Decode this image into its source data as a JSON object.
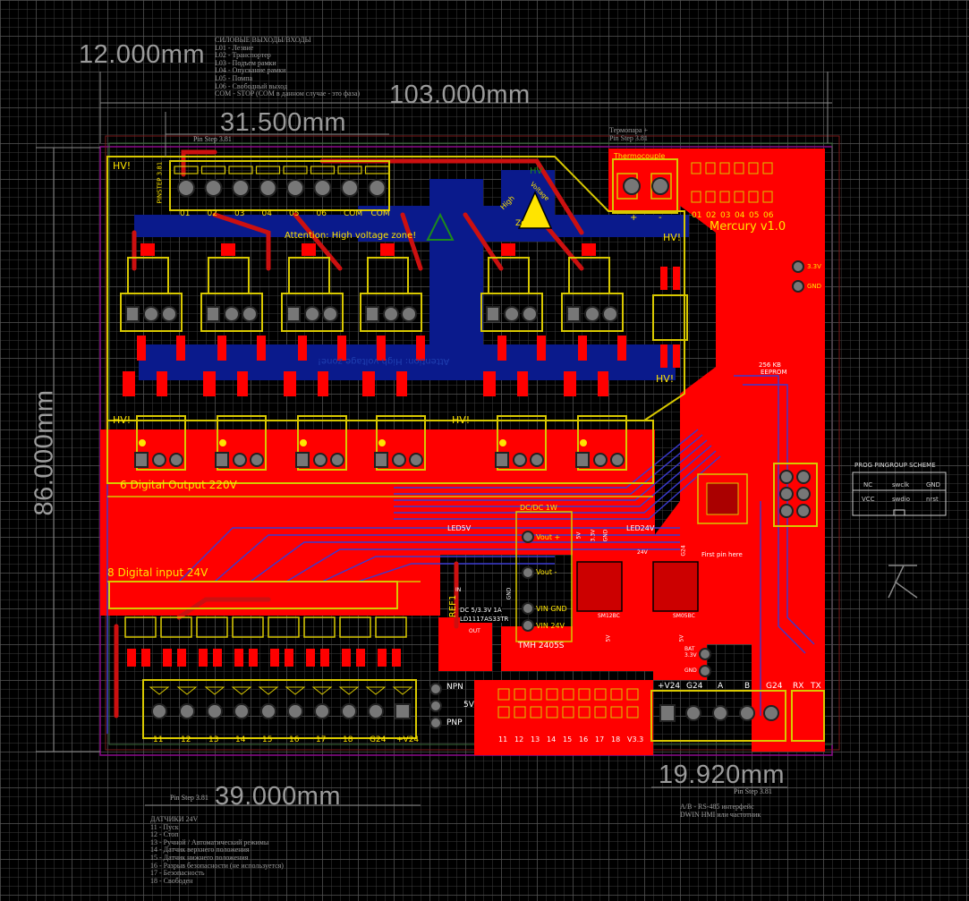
{
  "dimensions": {
    "d12": "12.000mm",
    "d103": "103.000mm",
    "d315": "31.500mm",
    "d86": "86.000mm",
    "d39": "39.000mm",
    "d1992": "19.920mm"
  },
  "notes": {
    "outputs": "СИЛОВЫЕ ВЫХОДЫ/ВХОДЫ\nL01 - Лезвие\nL02 - Транспортер\nL03 - Подъем рамки\nL04 - Опускание рамки\nL05 - Помпа\nL06 - Свободный выход\nCOM - STOP (COM в данном случае - это фаза)",
    "pinstep_top": "Pin Step 3.81",
    "thermo": "Термопара +\nPin Step 3.81",
    "sensors": "ДАТЧИКИ 24V\n11 - Пуск\n12 - Стоп\n13 - Ручной / Автоматический режимы\n14 - Датчик верхнего положения\n15 - Датчик нижнего положения\n16 - Разрыв безопасности (не используется)\n17 - Безопасность\n18 - Свободен",
    "pinstep_bottom": "Pin Step 3.81",
    "pinstep_right": "Pin Step 3.81",
    "rs485": "A/B - RS-485 интерфейс\nDWIN HMI или частотник"
  },
  "board": {
    "hv1": "HV!",
    "hv2": "HV!",
    "hv3": "HV!",
    "hv4": "HV!",
    "hv5": "HV!",
    "hv_mark": "HV",
    "pinstep_vert": "PINSTEP 3.81",
    "out_labels": [
      "01",
      "02",
      "03",
      "04",
      "05",
      "06",
      "COM",
      "COM"
    ],
    "attention": "Attention: High voltage zone!",
    "attention_mirror": "Attention: High voltage zone!",
    "hv_zone_high": "High",
    "hv_zone_voltage": "Voltage",
    "hv_zone": "Zone",
    "thermocouple": "Thermocouple",
    "thermo_plus": "+",
    "thermo_minus": "-",
    "led_labels": [
      "01",
      "02",
      "03",
      "04",
      "05",
      "06"
    ],
    "mercury": "Mercury v1.0",
    "v33_right": "3.3V",
    "gnd_right": "GND",
    "eeprom1": "256 KB",
    "eeprom2": "EEPROM",
    "dig_out": "6 Digital Output 220V",
    "dig_in": "8 Digital input 24V",
    "in_labels": [
      "11",
      "12",
      "13",
      "14",
      "15",
      "16",
      "17",
      "18",
      "G24",
      "+V24"
    ],
    "npn": "NPN",
    "v5": "5V",
    "pnp": "PNP",
    "led5v": "LED5V",
    "led24v": "LED24V",
    "dcdc": "DC/DC 1W",
    "vout_plus": "Vout +",
    "vout_minus": "Vout -",
    "vin_gnd": "VIN GND",
    "vin_24": "VIN 24V",
    "tmh": "TMH 2405S",
    "ref1": "REF1",
    "ldo1": "DC 5/3.3V 1A",
    "ldo2": "LD1117AS33TR",
    "out_lbl": "OUT",
    "in_lbl": "IN",
    "gnd_lbl": "GND",
    "tiny_5v": "5V",
    "tiny_33v": "3.3V",
    "tiny_gnd": "GND",
    "v24_small": "24V",
    "g24_small": "G24",
    "first_pin": "First pin here",
    "sm1": "SM12BC",
    "sm2": "SM05BC",
    "bat": "BAT\n3.3V",
    "gnd_bat": "GND",
    "conn_labels": [
      "+V24",
      "G24",
      "A",
      "B",
      "G24"
    ],
    "rx": "RX",
    "tx": "TX",
    "bottom_pins": [
      "11",
      "12",
      "13",
      "14",
      "15",
      "16",
      "17",
      "18",
      "V3.3"
    ],
    "s3v": "5V",
    "s3v2": "5V"
  },
  "prog": {
    "title": "PROG PINGROUP SCHEME",
    "r1": [
      "NC",
      "swclk",
      "GND"
    ],
    "r2": [
      "VCC",
      "swdio",
      "nrst"
    ]
  },
  "colors": {
    "copper_top": "#ff0000",
    "copper_bottom": "#0a1a8c",
    "silk": "#ffe400",
    "outline": "#d8c800",
    "board_edge": "#8b0a8b"
  }
}
